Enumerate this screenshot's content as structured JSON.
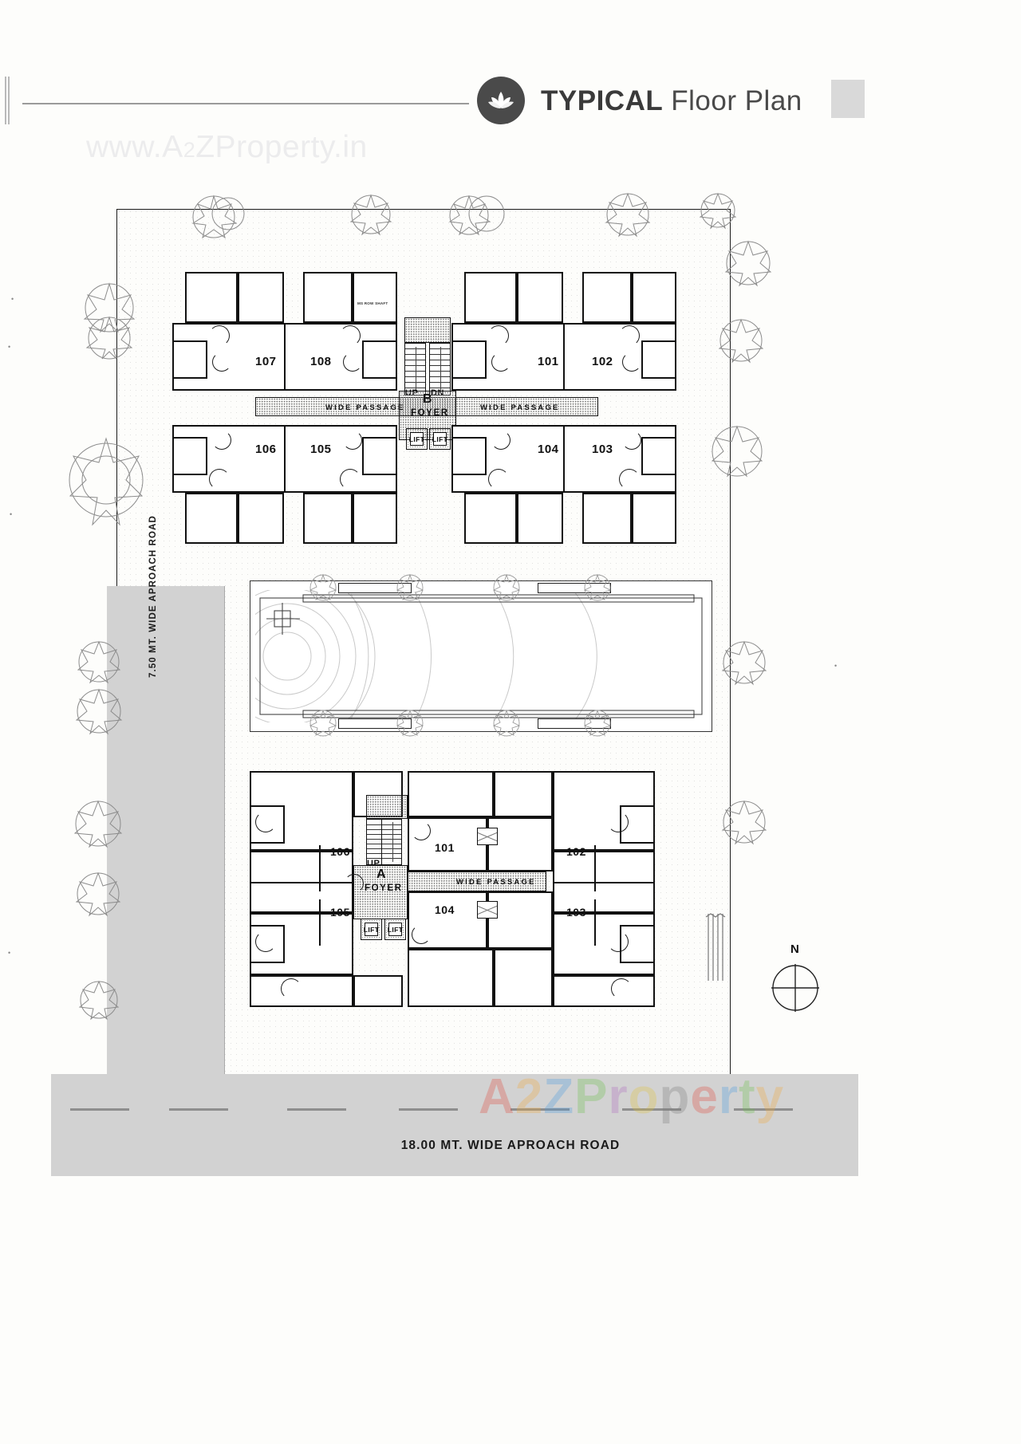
{
  "header": {
    "title_bold": "TYPICAL",
    "title_light": "Floor Plan",
    "logo_icon": "lotus-icon"
  },
  "watermarks": {
    "top": "www.A2ZProperty.in",
    "top_main": "www.A",
    "top_sub": "2",
    "top_rest": "ZProperty.in",
    "bottom_letters": [
      "A",
      "2",
      "Z",
      "P",
      "r",
      "o",
      "p",
      "e",
      "r",
      "t",
      "y"
    ]
  },
  "roads": {
    "left_label": "7.50 MT. WIDE APROACH ROAD",
    "bottom_label": "18.00 MT. WIDE APROACH ROAD"
  },
  "compass": {
    "label": "N",
    "icon": "compass-rose-icon"
  },
  "blocks": [
    {
      "id": "B",
      "name": "block-b",
      "block_label": "B",
      "foyer_label": "FOYER",
      "passage_label_left": "WIDE  PASSAGE",
      "passage_label_right": "WIDE   PASSAGE",
      "stair_up": "UP",
      "stair_dn": "DN",
      "lifts": [
        "LIFT",
        "LIFT"
      ],
      "note": "MS ROW SHAFT",
      "units_top": [
        "107",
        "108",
        "101",
        "102"
      ],
      "units_bottom": [
        "106",
        "105",
        "104",
        "103"
      ]
    },
    {
      "id": "A",
      "name": "block-a",
      "block_label": "A",
      "foyer_label": "FOYER",
      "passage_label": "WIDE  PASSAGE",
      "stair_up": "UP",
      "lifts": [
        "LIFT",
        "LIFT"
      ],
      "units_top": [
        "106",
        "101",
        "102"
      ],
      "units_bottom": [
        "105",
        "104",
        "103"
      ]
    }
  ],
  "colors": {
    "ink": "#111111",
    "road_fill": "#d2d2d2",
    "title": "#3a3a3a",
    "logo_bg": "#4a4a4a",
    "watermark": "#ececed"
  }
}
